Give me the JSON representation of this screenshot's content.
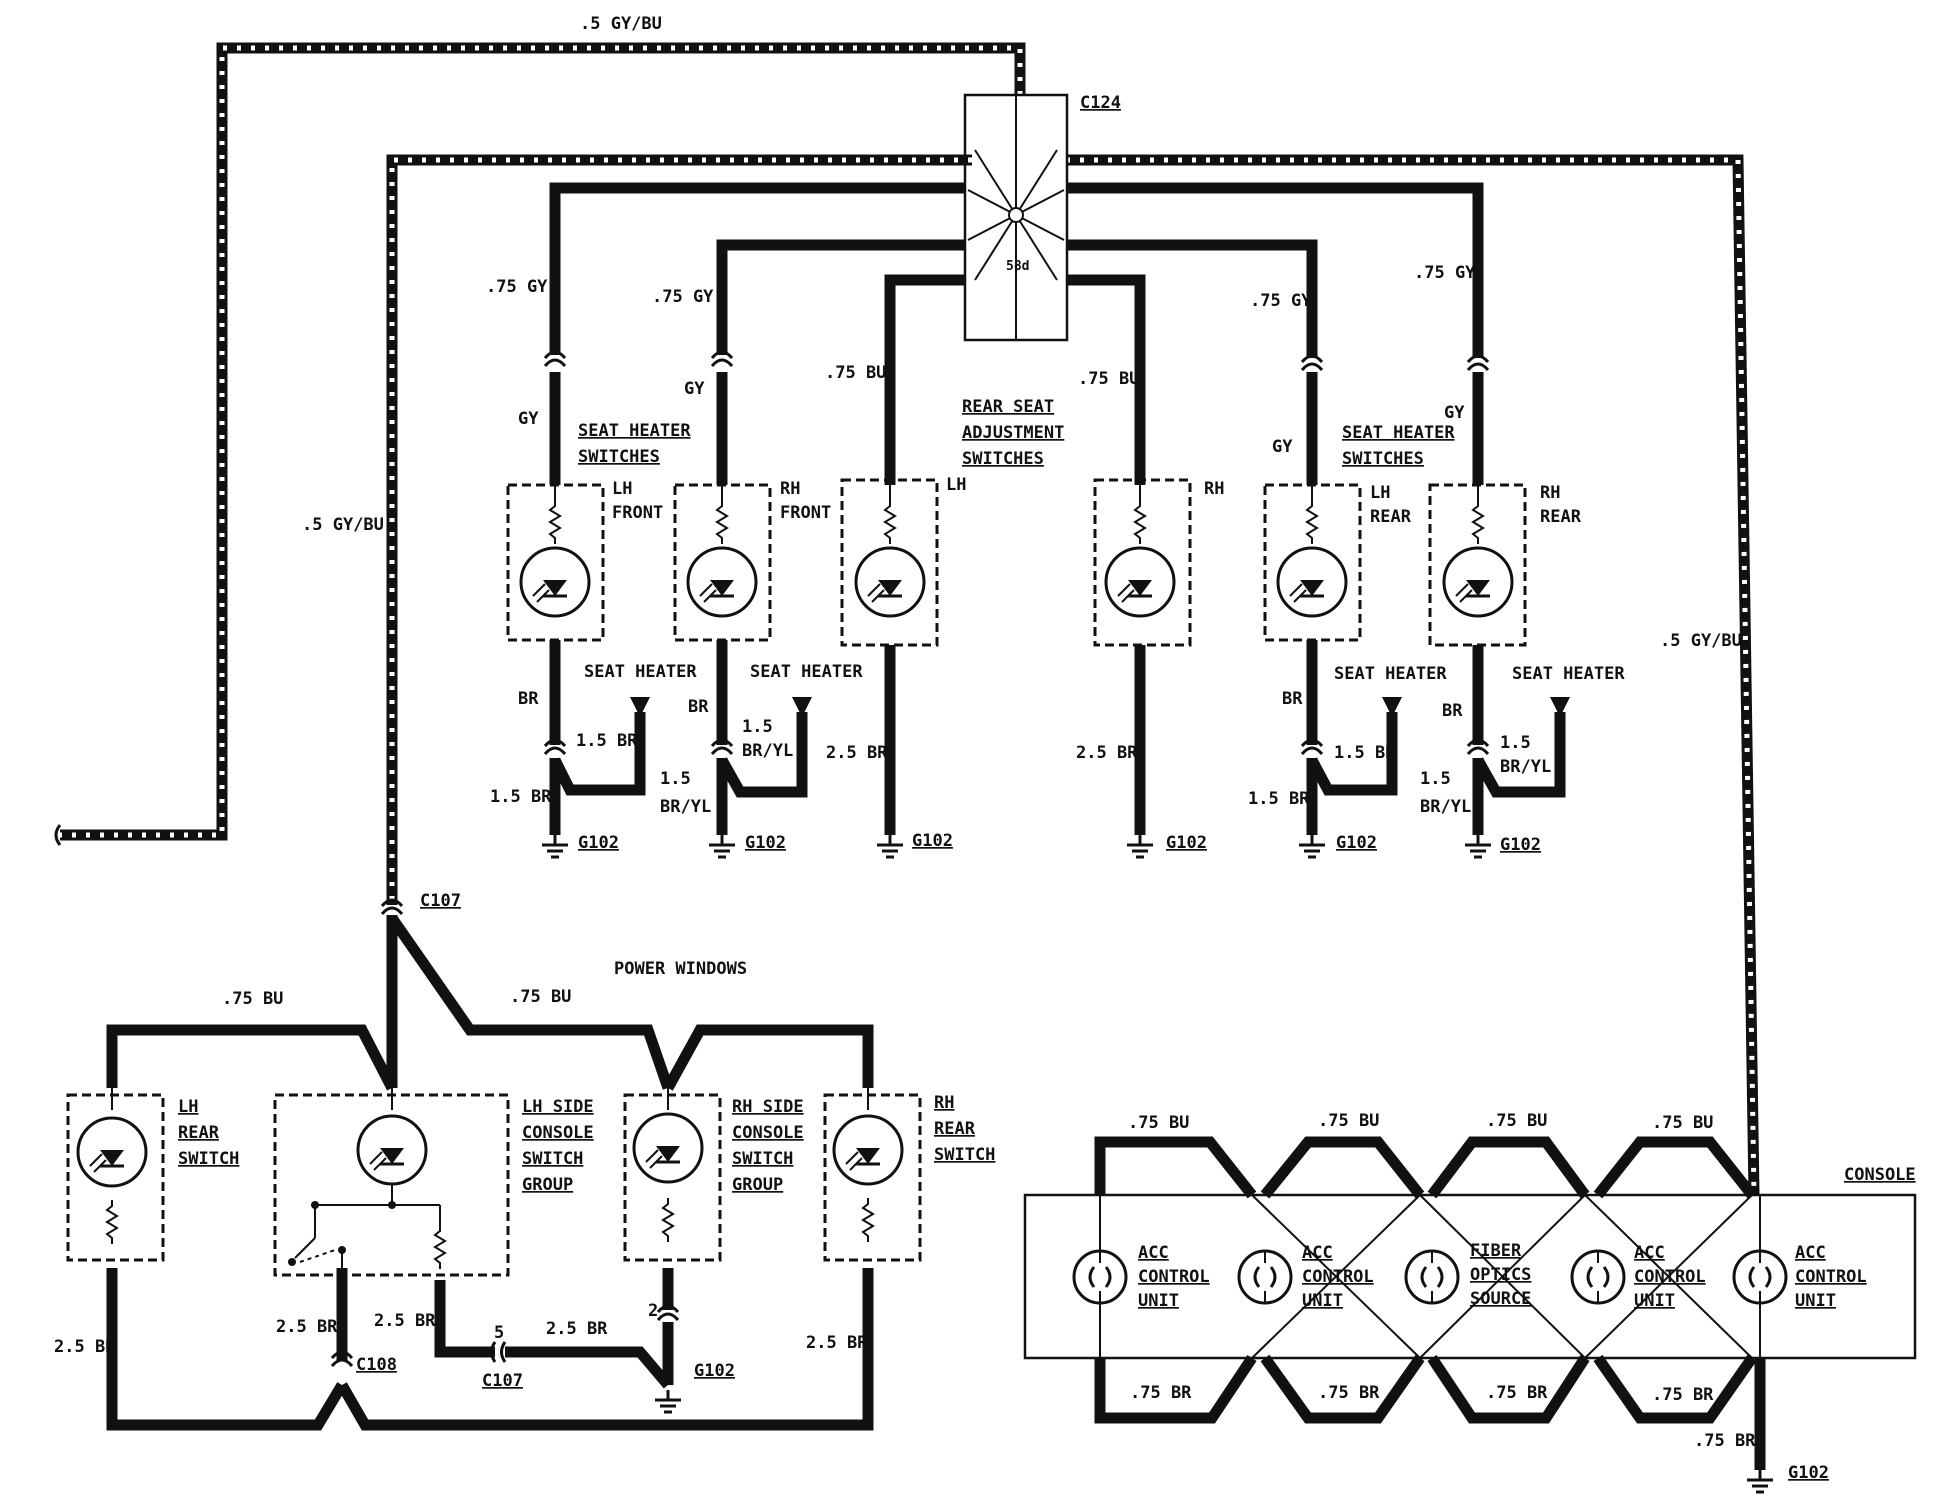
{
  "connectors": {
    "c124": "C124",
    "c124_pin": "58d",
    "c107_top": "C107",
    "c107_bottom": "C107",
    "c108": "C108",
    "c107_pin": "5",
    "pin2": "2"
  },
  "wires": {
    "gy_bu_top": ".5 GY/BU",
    "gy_bu_left": ".5 GY/BU",
    "gy_bu_right": ".5 GY/BU",
    "gy075": ".75 GY",
    "gy": "GY",
    "bu075": ".75 BU",
    "br": "BR",
    "br15": "1.5 BR",
    "br25": "2.5 BR",
    "br075": ".75 BR",
    "bryl15a": "1.5",
    "bryl15b": "BR/YL",
    "num15": "1.5"
  },
  "grounds": {
    "g102": "G102"
  },
  "sections": {
    "seat_heater_switches": [
      "SEAT HEATER",
      "SWITCHES"
    ],
    "rear_seat_adjustment": [
      "REAR SEAT",
      "ADJUSTMENT",
      "SWITCHES"
    ],
    "seat_heater": "SEAT HEATER",
    "power_windows": "POWER WINDOWS",
    "console": "CONSOLE"
  },
  "switches": {
    "lh_front": [
      "LH",
      "FRONT"
    ],
    "rh_front": [
      "RH",
      "FRONT"
    ],
    "lh": "LH",
    "rh": "RH",
    "lh_rear": [
      "LH",
      "REAR"
    ],
    "rh_rear": [
      "RH",
      "REAR"
    ],
    "lh_rear_switch": [
      "LH",
      "REAR",
      "SWITCH"
    ],
    "lh_side_console": [
      "LH SIDE",
      "CONSOLE",
      "SWITCH",
      "GROUP"
    ],
    "rh_side_console": [
      "RH SIDE",
      "CONSOLE",
      "SWITCH",
      "GROUP"
    ],
    "rh_rear_switch": [
      "RH",
      "REAR",
      "SWITCH"
    ]
  },
  "console_units": {
    "acc": [
      "ACC",
      "CONTROL",
      "UNIT"
    ],
    "fiber": [
      "FIBER",
      "OPTICS",
      "SOURCE"
    ]
  }
}
